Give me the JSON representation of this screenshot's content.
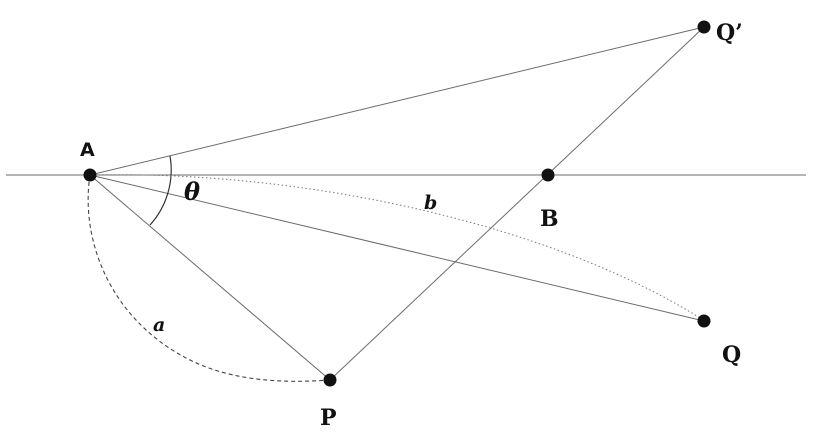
{
  "points": {
    "A": "A",
    "B": "B",
    "P": "P",
    "Q": "Q",
    "Q_prime": "Q’"
  },
  "labels": {
    "angle": "θ",
    "arc_a": "a",
    "arc_b": "b"
  },
  "colors": {
    "line": "#6b6b6b",
    "point": "#111111",
    "dashed": "#444444",
    "dotted": "#777777"
  }
}
